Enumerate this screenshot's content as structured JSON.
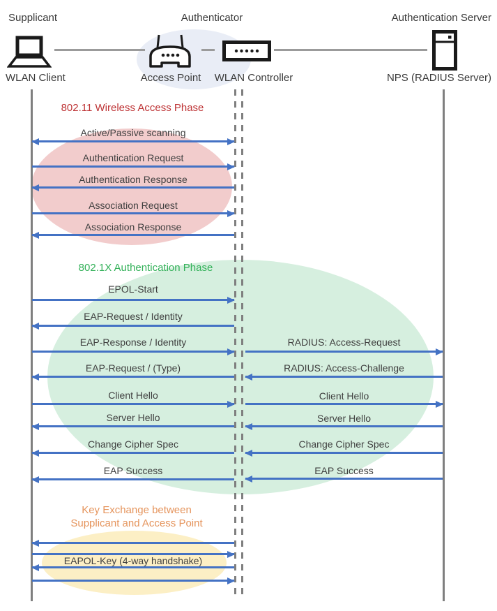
{
  "header": {
    "supplicant_role": "Supplicant",
    "authenticator_role": "Authenticator",
    "auth_server_role": "Authentication Server",
    "wlan_client": "WLAN Client",
    "access_point": "Access Point",
    "wlan_controller": "WLAN Controller",
    "nps": "NPS (RADIUS Server)"
  },
  "phases": {
    "phase1_title": "802.11 Wireless Access Phase",
    "phase2_title": "802.1X Authentication Phase",
    "phase3_title_line1": "Key Exchange between",
    "phase3_title_line2": "Supplicant and Access Point"
  },
  "messages_left": [
    {
      "label": "Active/Passive scanning",
      "direction": "both"
    },
    {
      "label": "Authentication Request",
      "direction": "right"
    },
    {
      "label": "Authentication Response",
      "direction": "left"
    },
    {
      "label": "Association Request",
      "direction": "right"
    },
    {
      "label": "Association Response",
      "direction": "left"
    },
    {
      "label": "EPOL-Start",
      "direction": "right"
    },
    {
      "label": "EAP-Request / Identity",
      "direction": "left"
    },
    {
      "label": "EAP-Response / Identity",
      "direction": "right"
    },
    {
      "label": "EAP-Request / (Type)",
      "direction": "left"
    },
    {
      "label": "Client Hello",
      "direction": "right"
    },
    {
      "label": "Server Hello",
      "direction": "left"
    },
    {
      "label": "Change Cipher Spec",
      "direction": "left"
    },
    {
      "label": "EAP Success",
      "direction": "left"
    }
  ],
  "messages_right": [
    {
      "label": "RADIUS: Access-Request",
      "direction": "right"
    },
    {
      "label": "RADIUS: Access-Challenge",
      "direction": "left"
    },
    {
      "label": "Client Hello",
      "direction": "right"
    },
    {
      "label": "Server Hello",
      "direction": "left"
    },
    {
      "label": "Change Cipher Spec",
      "direction": "left"
    },
    {
      "label": "EAP Success",
      "direction": "left"
    }
  ],
  "key_exchange": {
    "label": "EAPOL-Key (4-way handshake)",
    "arrow_directions": [
      "left",
      "right",
      "left",
      "right"
    ]
  },
  "colors": {
    "arrow_blue": "#4472C4",
    "phase1_red": "#BE3436",
    "phase2_green": "#33B159",
    "phase3_orange": "#E5945C",
    "ellipse_pink": "#F2CCCC",
    "ellipse_green": "#D6EFDF",
    "ellipse_yellow": "#FCEFC5",
    "ellipse_header": "#E9EDF6",
    "lifeline_gray": "#7F7F7F"
  }
}
